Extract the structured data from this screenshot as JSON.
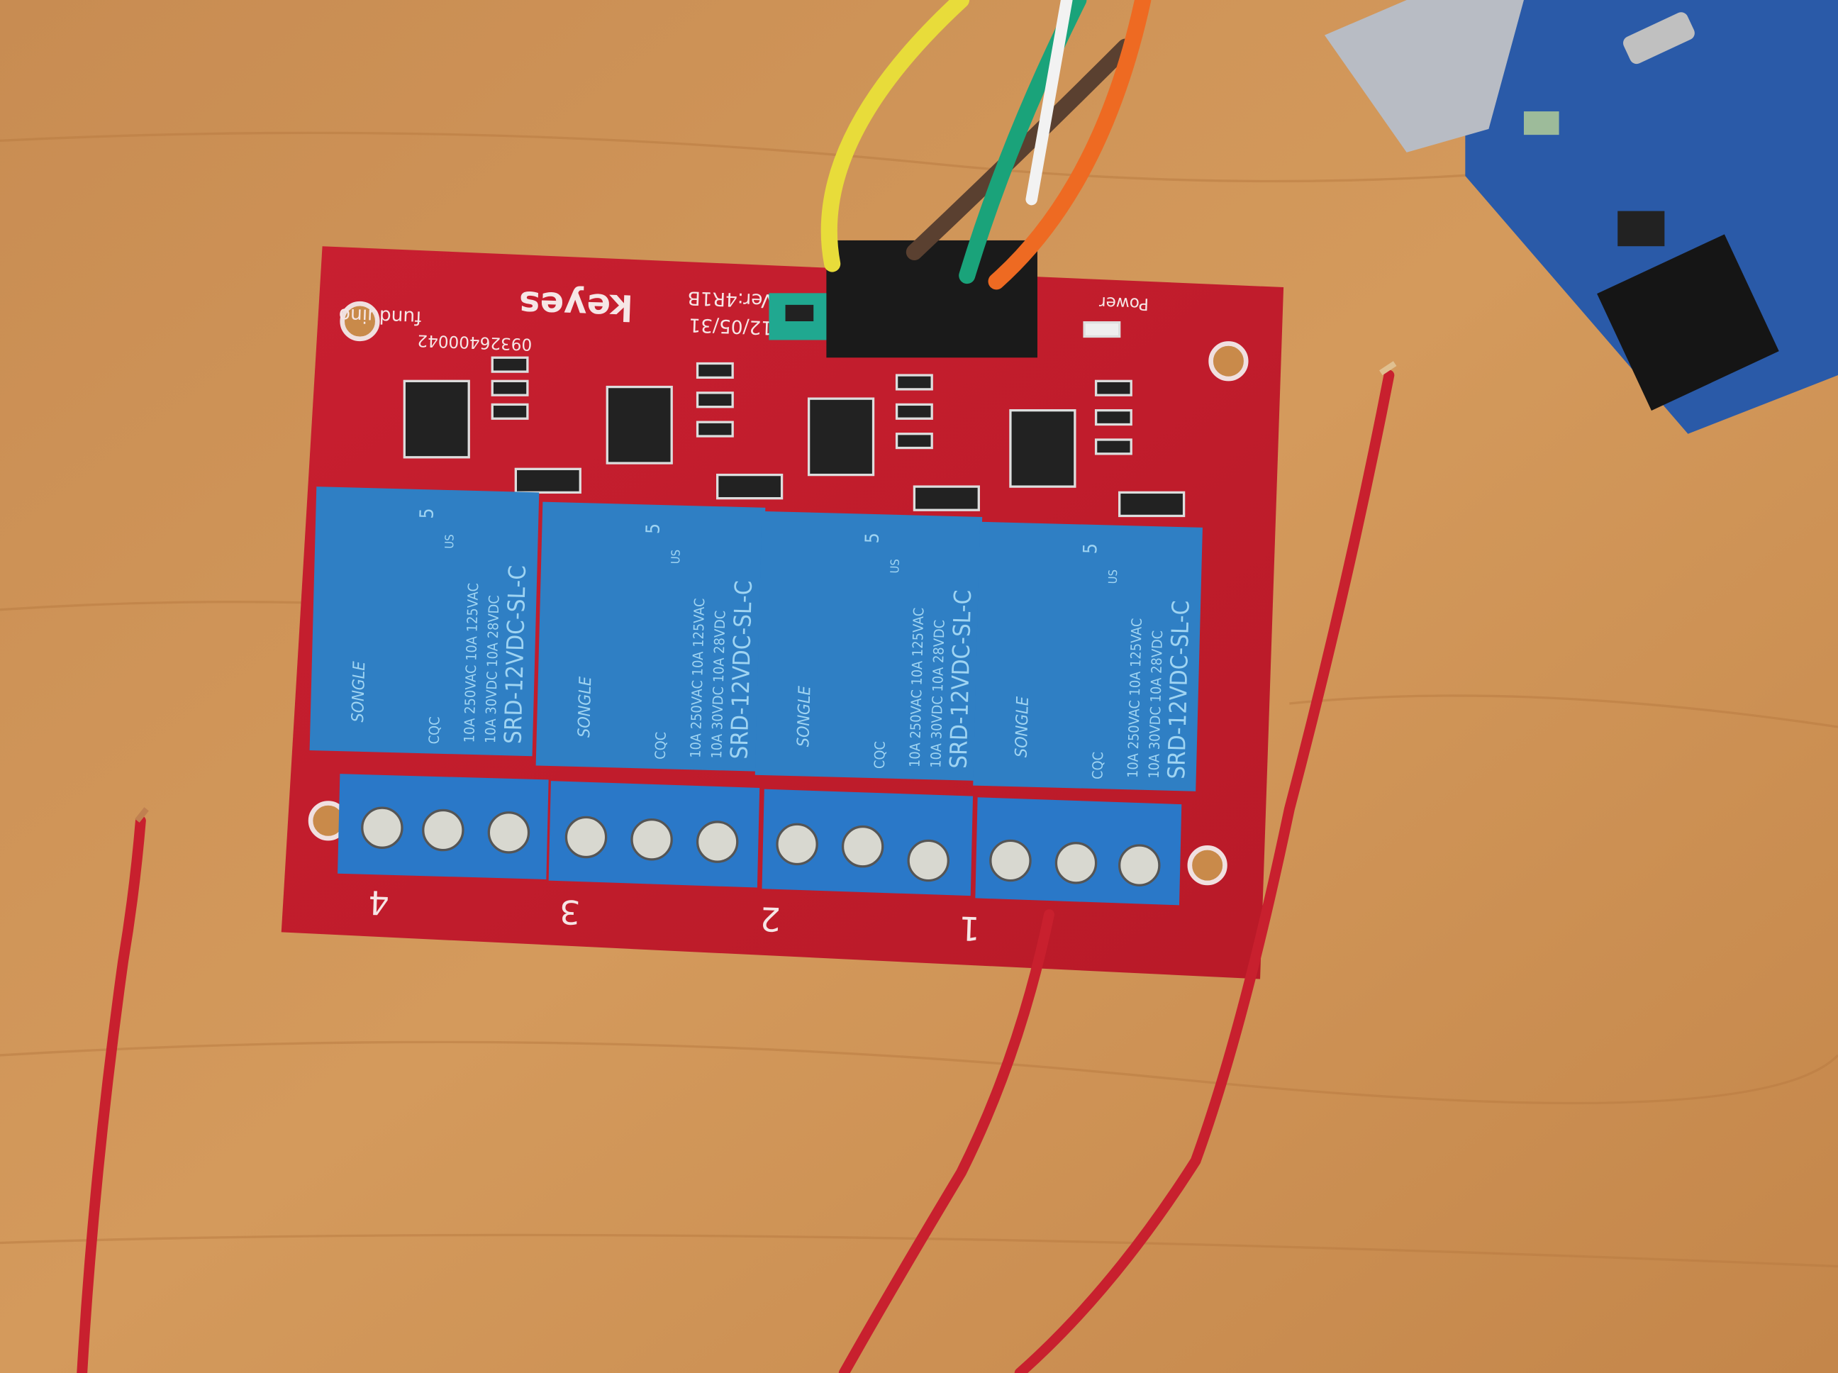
{
  "board": {
    "brand": "keyes",
    "maker": "funduino",
    "serial": "09326400042",
    "version": "Ver:4R1B",
    "date": "12/05/31",
    "power_label": "Power",
    "channel_labels": [
      "4",
      "3",
      "2",
      "1"
    ],
    "pcb_color": "#c8202e"
  },
  "relay": {
    "brand": "SONGLE",
    "model": "SRD-12VDC-SL-C",
    "rating_ac": "10A 250VAC  10A 125VAC",
    "rating_dc": "10A 30VDC  10A 28VDC",
    "pins": "5",
    "us_mark": "US",
    "cqc_mark": "CQC",
    "color": "#2f7fc4"
  },
  "wires": {
    "colors": [
      "#e8dc3a",
      "#5a4030",
      "#1aa37a",
      "#ee6a22",
      "#f2f2f2",
      "#c8202e"
    ]
  },
  "surface_color": "#c98a4a"
}
